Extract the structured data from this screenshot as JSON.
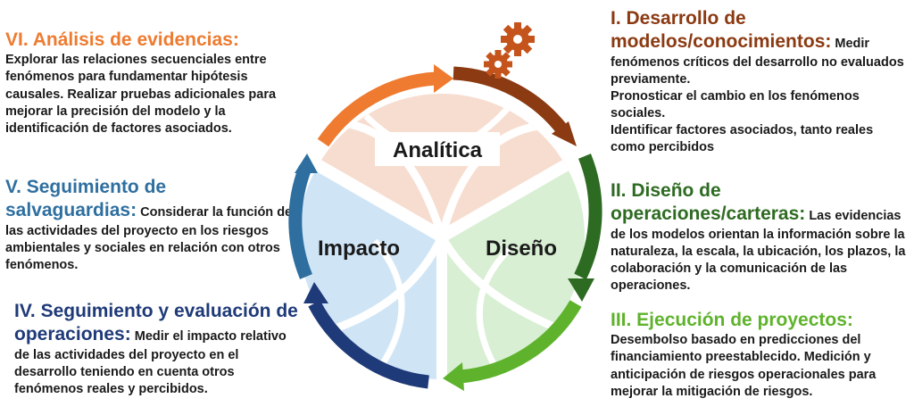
{
  "colors": {
    "analysis": "#ee7b30",
    "safeguards": "#2e6fa0",
    "monitoring": "#1f3a78",
    "development": "#8b3a12",
    "design": "#2e6b22",
    "execution": "#5fb32c",
    "sector_analitica": "#f7ddd0",
    "sector_impacto": "#cfe5f6",
    "sector_diseno": "#d8efd3"
  },
  "center": {
    "analitica": "Analítica",
    "impacto": "Impacto",
    "diseno": "Diseño"
  },
  "blocks": {
    "vi": {
      "title": "VI. Análisis de evidencias:",
      "body": "Explorar las relaciones secuenciales entre fenómenos para fundamentar hipótesis causales. Realizar pruebas adicionales para mejorar la precisión del modelo y la identificación de factores asociados."
    },
    "v": {
      "title_line1": "V. Seguimiento de",
      "title_line2": "salvaguardias:",
      "body": "Considerar la función de las actividades del proyecto en los riesgos ambientales y sociales en relación con otros fenómenos."
    },
    "iv": {
      "title_line1": "IV. Seguimiento y evaluación de",
      "title_line2": "operaciones:",
      "body": "Medir el impacto relativo de las actividades del proyecto en el desarrollo teniendo en cuenta otros fenómenos reales y percibidos."
    },
    "i": {
      "title_line1": "I. Desarrollo de",
      "title_line2": "modelos/conocimientos:",
      "body_inline": "Medir",
      "body_rest": "fenómenos críticos del desarrollo no evaluados previamente.",
      "body_2": "Pronosticar el cambio en los fenómenos sociales.",
      "body_3": "Identificar factores asociados, tanto reales como percibidos"
    },
    "ii": {
      "title_line1": "II. Diseño de",
      "title_line2": "operaciones/carteras:",
      "body_inline": "Las",
      "body_rest": "evidencias de los modelos orientan la información sobre la naturaleza, la escala, la ubicación, los plazos, la colaboración y la comunicación de las operaciones."
    },
    "iii": {
      "title": "III. Ejecución de proyectos:",
      "body": "Desembolso basado en predicciones del financiamiento preestablecido. Medición y anticipación de riesgos operacionales para mejorar la mitigación de riesgos."
    }
  },
  "icons": [
    "gear-icon",
    "gear-icon"
  ]
}
